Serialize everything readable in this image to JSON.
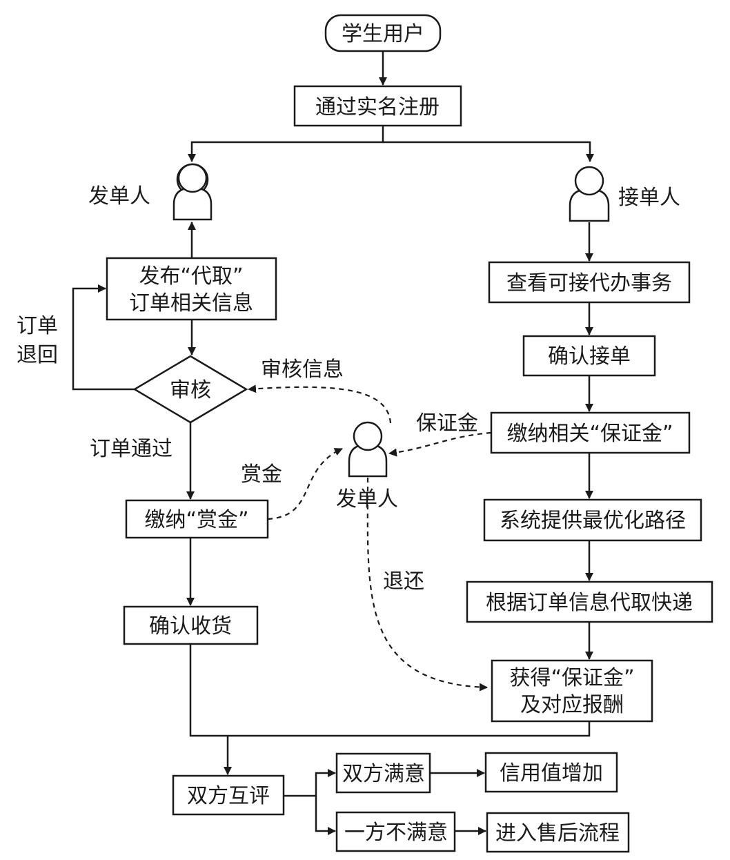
{
  "nodes": {
    "student_user": "学生用户",
    "register": "通过实名注册",
    "publisher_label": "发单人",
    "taker_label": "接单人",
    "publish_order_line1": "发布“代取”",
    "publish_order_line2": "订单相关信息",
    "review": "审核",
    "pay_bounty": "缴纳“赏金”",
    "confirm_receipt": "确认收货",
    "view_tasks": "查看可接代办事务",
    "confirm_order": "确认接单",
    "pay_deposit": "缴纳相关“保证金”",
    "optimal_path": "系统提供最优化路径",
    "pickup": "根据订单信息代取快递",
    "get_deposit_line1": "获得“保证金”",
    "get_deposit_line2": "及对应报酬",
    "mutual_review": "双方互评",
    "both_satisfied": "双方满意",
    "credit_increase": "信用值增加",
    "one_unsatisfied": "一方不满意",
    "after_sales": "进入售后流程",
    "publisher_center_label": "发单人"
  },
  "edge_labels": {
    "order_return_line1": "订单",
    "order_return_line2": "退回",
    "review_info": "审核信息",
    "order_pass": "订单通过",
    "bounty": "赏金",
    "deposit": "保证金",
    "refund": "退还"
  }
}
